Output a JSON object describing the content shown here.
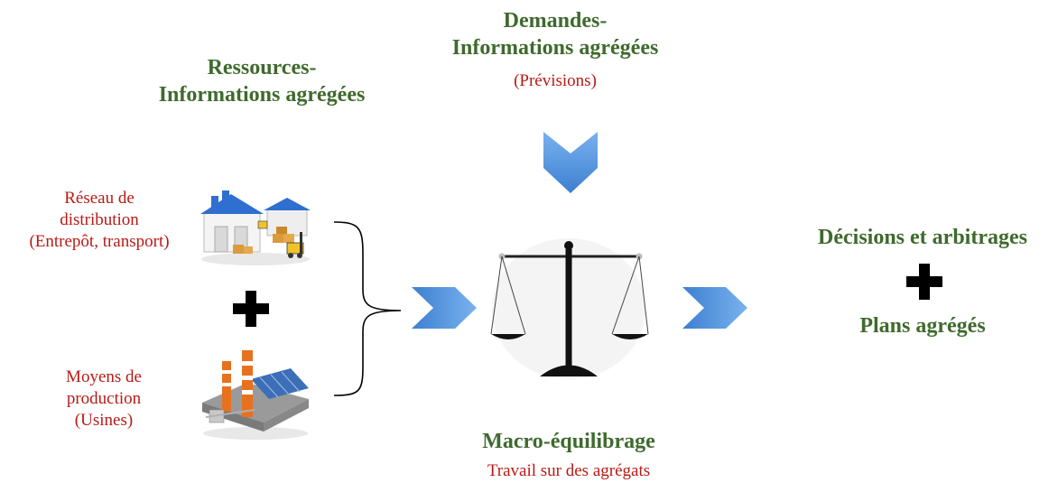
{
  "demand": {
    "title1": "Demandes-",
    "title2": "Informations agrégées",
    "sub": "(Prévisions)"
  },
  "resources": {
    "title1": "Ressources-",
    "title2": "Informations agrégées"
  },
  "distribution": {
    "line1": "Réseau de",
    "line2": "distribution",
    "line3": "(Entrepôt, transport)"
  },
  "production": {
    "line1": "Moyens de",
    "line2": "production",
    "line3": "(Usines)"
  },
  "balance": {
    "title": "Macro-équilibrage",
    "sub": "Travail sur des agrégats"
  },
  "output": {
    "line1": "Décisions et arbitrages",
    "line2": "Plans agrégés"
  },
  "colors": {
    "green": "#3f6a2d",
    "red": "#b81a14",
    "arrow": "#4a8fd6"
  },
  "icons": [
    "warehouse-icon",
    "factory-icon",
    "scale-icon",
    "plus-icon",
    "chevron-down-icon",
    "chevron-right-icon"
  ]
}
